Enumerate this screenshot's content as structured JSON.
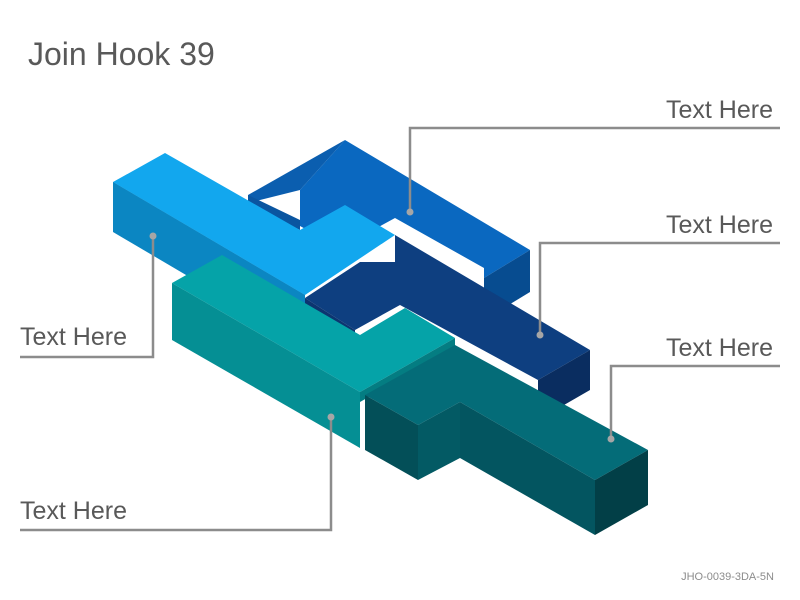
{
  "title": "Join Hook 39",
  "labels": [
    "Text Here",
    "Text Here",
    "Text Here",
    "Text Here",
    "Text Here"
  ],
  "code": "JHO-0039-3DA-5N",
  "colors": {
    "light_blue": "#12a7ee",
    "medium_blue": "#0a68c0",
    "navy": "#0e3f80",
    "teal": "#05a3a8",
    "dark_teal": "#046c78",
    "leader_line": "#8c8c8c",
    "text": "#595959"
  }
}
